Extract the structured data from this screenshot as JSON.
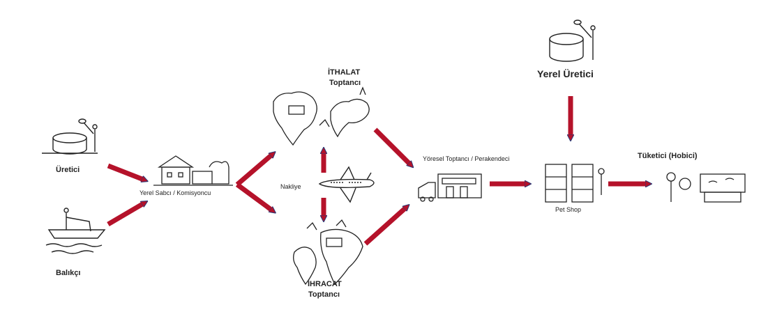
{
  "nodes": {
    "producer": "Üretici",
    "fisher": "Balıkçı",
    "local_collector": "Yerel Sabcı / Komisyoncu",
    "import_line1": "İTHALAT",
    "import_line2": "Toptancı",
    "export_line1": "İHRACAT",
    "export_line2": "Toptancı",
    "transport": "Nakliye",
    "regional": "Yöresel Toptancı / Perakendeci",
    "local_grower": "Yerel Üretici",
    "pet_shop": "Pet Shop",
    "consumer": "Tüketici (Hobici)"
  },
  "colors": {
    "arrow_fill": "#b5122a",
    "arrow_outline": "#243a78",
    "ink": "#222222"
  },
  "icons": [
    "fish-pond-icon",
    "fishing-boat-icon",
    "farm-buildings-icon",
    "world-map-icon",
    "airplane-icon",
    "truck-icon",
    "warehouse-icon",
    "aquarium-shelf-icon",
    "hobbyist-aquarium-icon"
  ]
}
